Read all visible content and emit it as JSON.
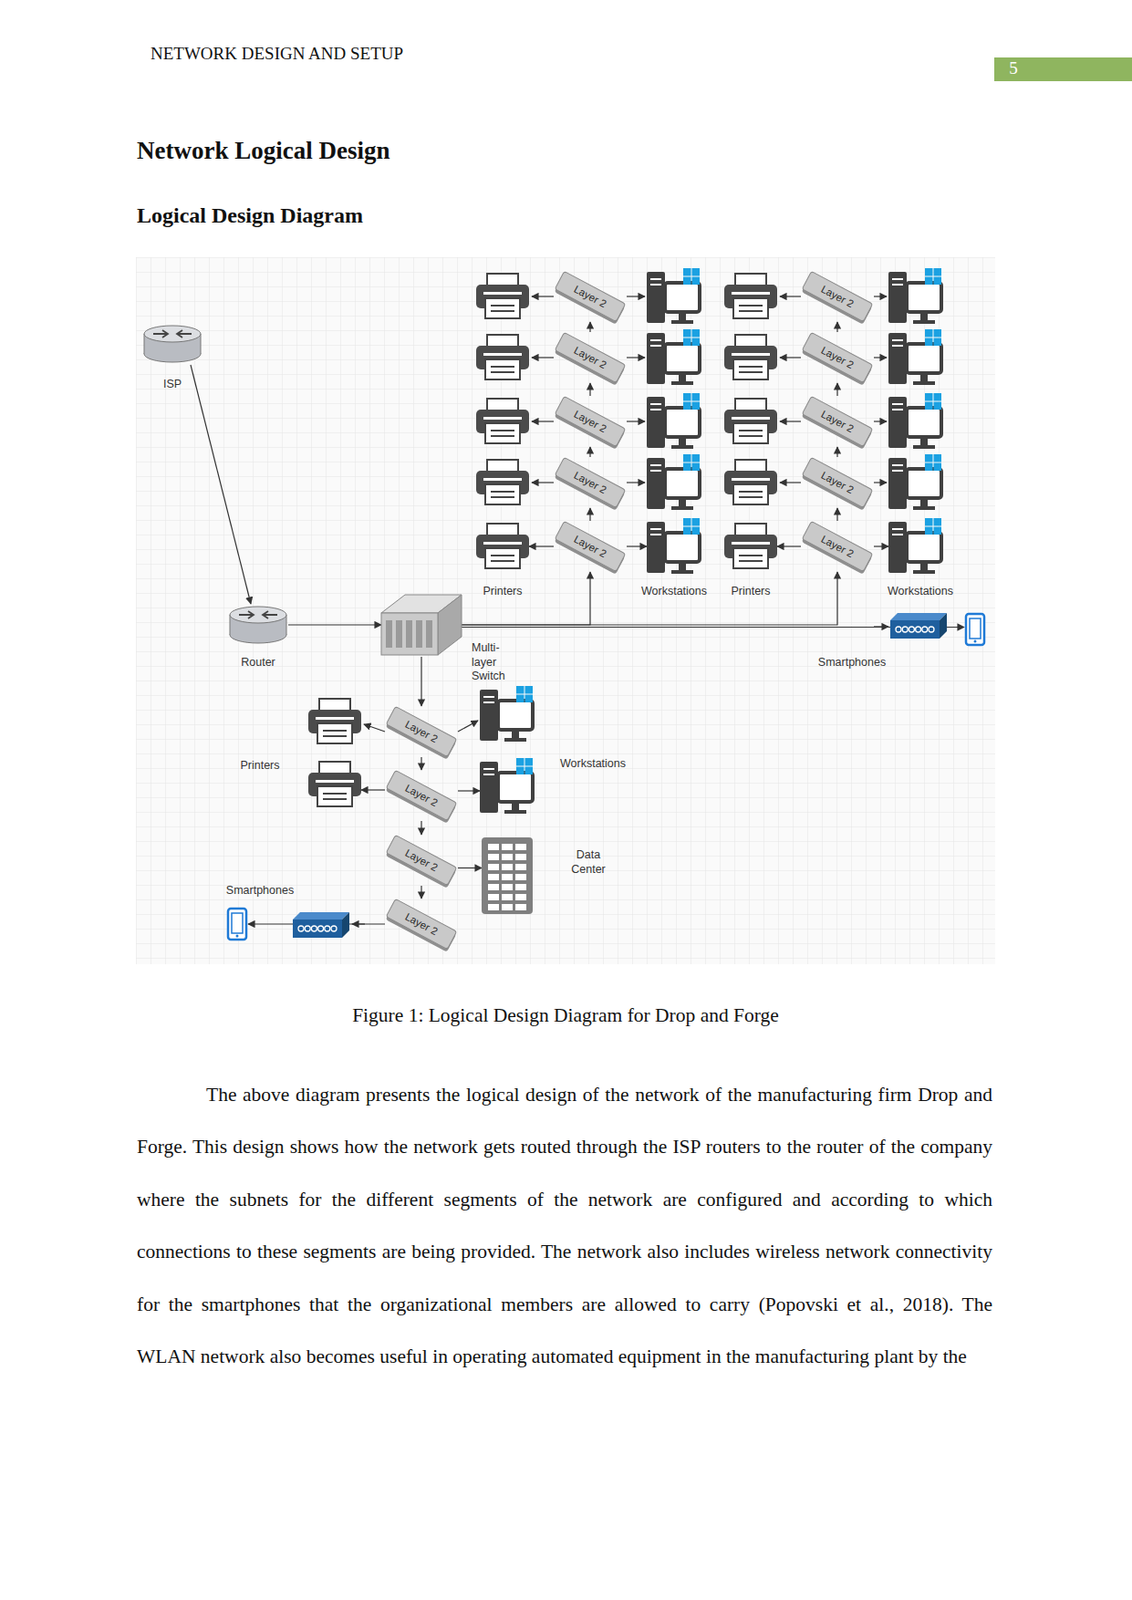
{
  "diagram": {
    "title": "Network Logical Design",
    "caption": "Figure 1: Logical Design Diagram for Drop and Forge",
    "nodes": [
      {
        "text": [
          "ISP"
        ]
      },
      {
        "text": [
          "Layer 2"
        ]
      },
      {
        "text": [
          "Layer 2"
        ]
      },
      {
        "text": [
          "Layer 2"
        ]
      },
      {
        "text": [
          "Layer 2"
        ]
      },
      {
        "text": [
          "Layer 2"
        ]
      },
      {
        "text": [
          "Layer 2"
        ]
      },
      {
        "text": [
          "Layer 2"
        ]
      },
      {
        "text": [
          "Layer 2"
        ]
      },
      {
        "text": [
          "Layer 2"
        ]
      },
      {
        "text": [
          "Layer 2"
        ]
      },
      {
        "text": [
          "Printers"
        ]
      },
      {
        "text": [
          "Workstations"
        ]
      },
      {
        "text": [
          "Printers"
        ]
      },
      {
        "text": [
          "Workstations"
        ]
      },
      {
        "text": [
          "Router"
        ]
      },
      {
        "text": [
          "Multi-layer Switch"
        ]
      },
      {
        "text": [
          "Smartphones"
        ]
      },
      {
        "text": [
          "Layer 2"
        ]
      },
      {
        "text": [
          "Layer 2"
        ]
      },
      {
        "text": [
          "Printers"
        ]
      },
      {
        "text": [
          "Workstations"
        ]
      },
      {
        "text": [
          "Layer 2"
        ]
      },
      {
        "text": [
          "Data Center"
        ]
      },
      {
        "text": [
          "Layer 2"
        ]
      },
      {
        "text": [
          "Smartphones"
        ]
      }
    ],
    "edges": [
      {
        "from": 0,
        "to": 15,
        "arrow": "to"
      },
      {
        "from": 15,
        "to": 16,
        "arrow": "to"
      },
      {
        "from": 16,
        "to": 5,
        "arrow": "to"
      },
      {
        "from": 16,
        "to": 10,
        "arrow": "to"
      },
      {
        "from": 16,
        "to": 17,
        "arrow": "to"
      },
      {
        "from": 5,
        "to": 4,
        "arrow": "to"
      },
      {
        "from": 4,
        "to": 3,
        "arrow": "to"
      },
      {
        "from": 3,
        "to": 2,
        "arrow": "to"
      },
      {
        "from": 2,
        "to": 1,
        "arrow": "to"
      },
      {
        "from": 10,
        "to": 9,
        "arrow": "to"
      },
      {
        "from": 9,
        "to": 8,
        "arrow": "to"
      },
      {
        "from": 8,
        "to": 7,
        "arrow": "to"
      },
      {
        "from": 7,
        "to": 6,
        "arrow": "to"
      },
      {
        "from": 5,
        "to": 11,
        "arrow": "to"
      },
      {
        "from": 5,
        "to": 12,
        "arrow": "to"
      },
      {
        "from": 10,
        "to": 13,
        "arrow": "to"
      },
      {
        "from": 10,
        "to": 14,
        "arrow": "to"
      },
      {
        "from": 16,
        "to": 18,
        "arrow": "to"
      },
      {
        "from": 18,
        "to": 19,
        "arrow": "to"
      },
      {
        "from": 19,
        "to": 22,
        "arrow": "to"
      },
      {
        "from": 22,
        "to": 24,
        "arrow": "to"
      },
      {
        "from": 19,
        "to": 20,
        "arrow": "to"
      },
      {
        "from": 19,
        "to": 21,
        "arrow": "to"
      },
      {
        "from": 22,
        "to": 23,
        "arrow": "to"
      },
      {
        "from": 24,
        "to": 25,
        "arrow": "to"
      }
    ],
    "labels": [
      "NETWORK DESIGN AND SETUP",
      "5",
      "Logical Design Diagram",
      "The above diagram presents the logical design of the network of the manufacturing firm Drop and Forge. This design shows how the network gets routed through the ISP routers to the router of the company where the subnets for the different segments of the network are configured and according to which connections to these segments are being provided. The network also includes wireless network connectivity for the smartphones that the organizational members are allowed to carry (Popovski et al., 2018). The WLAN network also becomes useful in operating automated equipment in the manufacturing plant by the"
    ]
  }
}
